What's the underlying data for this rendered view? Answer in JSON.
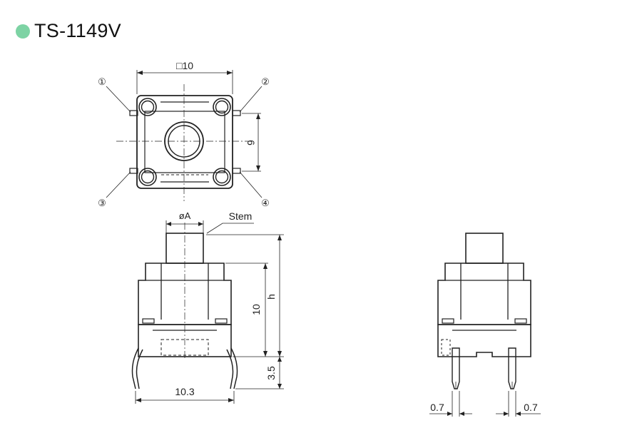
{
  "title": "TS-1149V",
  "accent_color": "#7dd3a4",
  "line_color": "#222222",
  "top_view": {
    "width_label": "□10",
    "pitch_label": "6",
    "terminals": [
      "①",
      "②",
      "③",
      "④"
    ]
  },
  "front_view": {
    "stem_diameter_label": "øA",
    "stem_label": "Stem",
    "body_height_label": "10",
    "total_height_label": "h",
    "lead_length_label": "3.5",
    "lead_span_label": "10.3"
  },
  "side_view": {
    "lead_width_left": "0.7",
    "lead_width_right": "0.7"
  }
}
